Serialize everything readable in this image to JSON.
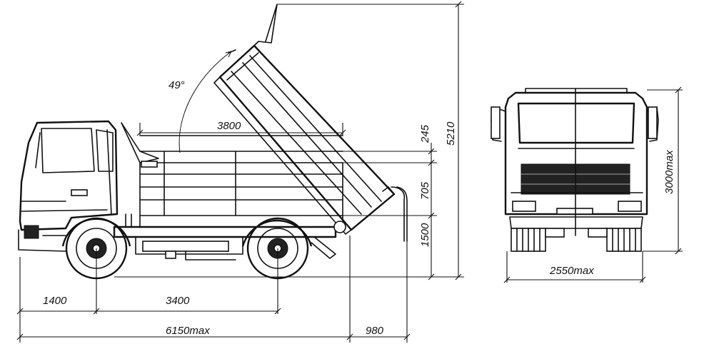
{
  "dimensions": {
    "tipping_angle": "49°",
    "body_length": "3800",
    "overall_height_tipped": "5210",
    "side_board_height": "245",
    "body_depth": "705",
    "loading_height": "1500",
    "front_overhang": "1400",
    "wheelbase": "3400",
    "overall_length": "6150max",
    "rear_overhang": "980",
    "overall_height": "3000max",
    "overall_width": "2550max"
  }
}
